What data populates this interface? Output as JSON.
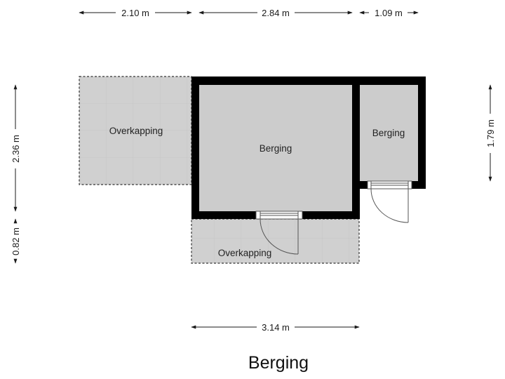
{
  "plan": {
    "title": "Berging",
    "colors": {
      "wall": "#000000",
      "floor": "#cccccc",
      "covered_area": "#d0d0d0",
      "tile_line": "#c4c4c4",
      "dash": "#333333",
      "door_line": "#555555"
    },
    "rooms": [
      {
        "id": "main",
        "label": "Berging"
      },
      {
        "id": "small",
        "label": "Berging"
      }
    ],
    "covered_areas": [
      {
        "id": "left",
        "label": "Overkapping"
      },
      {
        "id": "bottom",
        "label": "Overkapping"
      }
    ],
    "dimensions": {
      "top": [
        "2.10 m",
        "2.84 m",
        "1.09 m"
      ],
      "left": [
        "2.36 m",
        "0.82 m"
      ],
      "right": [
        "1.79 m"
      ],
      "bottom": [
        "3.14 m"
      ]
    }
  }
}
